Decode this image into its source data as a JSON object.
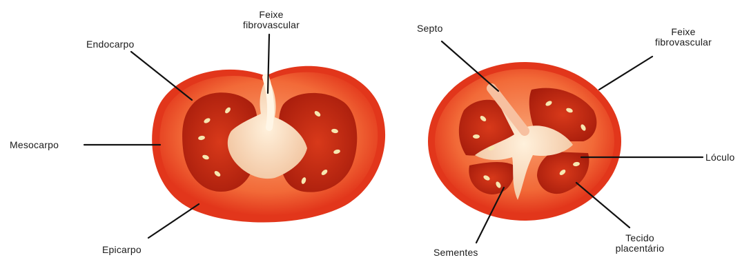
{
  "labels": {
    "longitudinal": {
      "feixe_line1": "Feixe",
      "feixe_line2": "fibrovascular",
      "endocarpo": "Endocarpo",
      "mesocarpo": "Mesocarpo",
      "epicarpo": "Epicarpo"
    },
    "transversal": {
      "septo": "Septo",
      "feixe_line1": "Feixe",
      "feixe_line2": "fibrovascular",
      "loculo": "Lóculo",
      "sementes": "Sementes",
      "tecido_line1": "Tecido",
      "tecido_line2": "placentário"
    }
  },
  "colors": {
    "epicarp": "#e2361b",
    "mesocarp": "#f26d3c",
    "locule": "#b8230f",
    "placenta": "#f6dcc0",
    "seed": "#f4e6b0"
  }
}
